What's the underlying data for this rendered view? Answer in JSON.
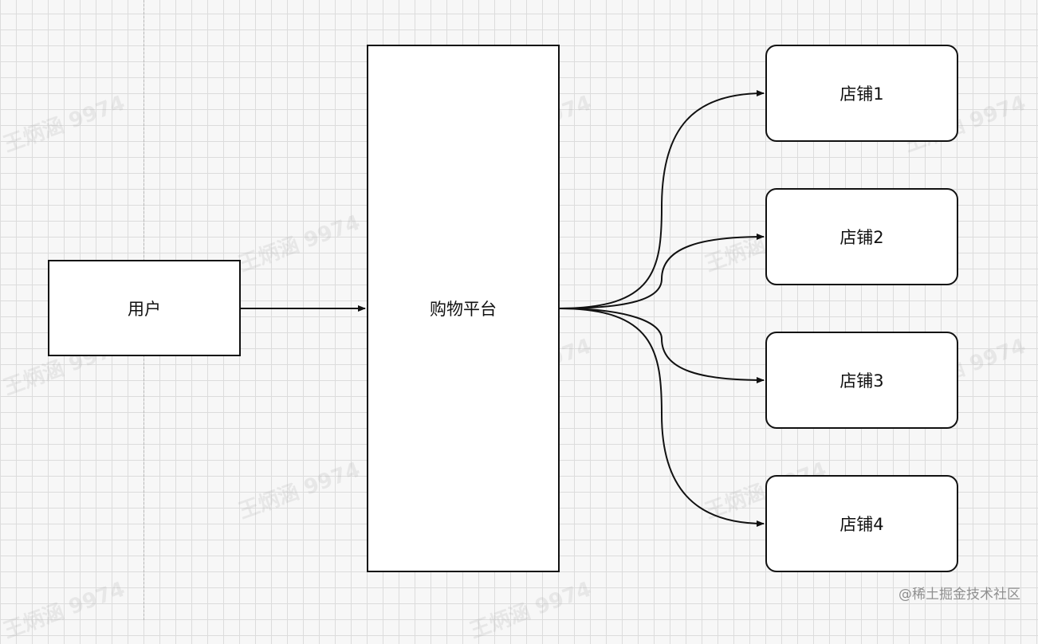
{
  "diagram": {
    "nodes": {
      "user": {
        "label": "用户"
      },
      "platform": {
        "label": "购物平台"
      },
      "stores": [
        {
          "label": "店铺1"
        },
        {
          "label": "店铺2"
        },
        {
          "label": "店铺3"
        },
        {
          "label": "店铺4"
        }
      ]
    },
    "edges": [
      {
        "from": "用户",
        "to": "购物平台"
      },
      {
        "from": "购物平台",
        "to": "店铺1"
      },
      {
        "from": "购物平台",
        "to": "店铺2"
      },
      {
        "from": "购物平台",
        "to": "店铺3"
      },
      {
        "from": "购物平台",
        "to": "店铺4"
      }
    ],
    "stroke_color": "#111111"
  },
  "watermark": {
    "text": "王炳涵 9974"
  },
  "credit": {
    "text": "@稀土掘金技术社区"
  }
}
